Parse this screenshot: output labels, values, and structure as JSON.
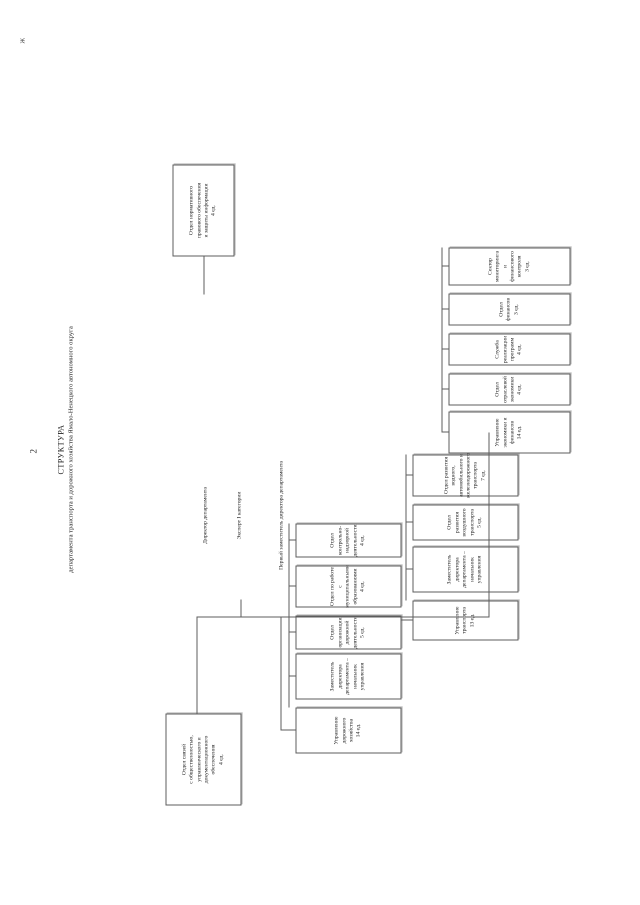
{
  "page": {
    "number": "2",
    "corner_mark": "ж"
  },
  "title": {
    "heading": "СТРУКТУРА",
    "subheading": "департамента транспорта и дорожного хозяйства Ямало-Ненецкого автономного округа"
  },
  "chart_data": {
    "type": "diagram",
    "title": "СТРУКТУРА департамента транспорта и дорожного хозяйства Ямало-Ненецкого автономного округа",
    "orientation": "page rotated 90° (portrait scan of a landscape org chart)",
    "nodes": [
      {
        "id": "director",
        "label": "Директор департамента",
        "framed": false
      },
      {
        "id": "expert",
        "label": "Эксперт I категории",
        "framed": true
      },
      {
        "id": "pr-dept",
        "label": "Отдел связей с общественностью, управленческого и документационного обеспечения",
        "units": "4 ед.",
        "framed": true
      },
      {
        "id": "first-deputy",
        "label": "Первый заместитель директора департамента",
        "framed": false
      },
      {
        "id": "legal-dept",
        "label": "Отдел нормативного правового обеспечения и защиты информации",
        "units": "4 ед.",
        "framed": true
      },
      {
        "id": "road-dir",
        "label": "Управление дорожного хозяйства",
        "units": "14 ед.",
        "framed": true
      },
      {
        "id": "road-deputy",
        "label": "Заместитель директора департамента – начальник управления",
        "framed": true
      },
      {
        "id": "road-org",
        "label": "Отдел организации дорожной деятельности",
        "units": "5 ед.",
        "framed": true
      },
      {
        "id": "road-munic",
        "label": "Отдел по работе с муниципальными образованиями",
        "units": "4 ед.",
        "framed": true
      },
      {
        "id": "road-control",
        "label": "Отдел контрольно-надзорной деятельности",
        "units": "4 ед.",
        "framed": true
      },
      {
        "id": "transp-dir",
        "label": "Управление транспорта",
        "units": "13 ед.",
        "framed": true
      },
      {
        "id": "transp-deputy",
        "label": "Заместитель директора департамента – начальник управления",
        "framed": true
      },
      {
        "id": "transp-air",
        "label": "Отдел развития воздушного транспорта",
        "units": "5 ед.",
        "framed": true
      },
      {
        "id": "transp-other",
        "label": "Отдел развития водного, автомобильного и железнодорожного транспорта",
        "units": "7 ед.",
        "framed": true
      },
      {
        "id": "fin-dir",
        "label": "Управление экономики и финансов",
        "units": "14 ед.",
        "framed": true
      },
      {
        "id": "fin-branch",
        "label": "Отдел отраслевой экономики",
        "units": "4 ед.",
        "framed": true
      },
      {
        "id": "fin-programs",
        "label": "Служба реализации программ",
        "units": "4 ед.",
        "framed": true
      },
      {
        "id": "fin-finance",
        "label": "Отдел финансов",
        "units": "3 ед.",
        "framed": true
      },
      {
        "id": "fin-monitoring",
        "label": "Сектор мониторинга и финансового контроля",
        "units": "3 ед.",
        "framed": true
      }
    ]
  },
  "boxes": {
    "pr_dept": {
      "line1": "Отдел связей",
      "line2": "с общественностью,",
      "line3": "управленческого и",
      "line4": "документационного",
      "line5": "обеспечения",
      "units": "4 ед."
    },
    "expert": {
      "line1": "Эксперт I категории"
    },
    "director": {
      "line1": "Директор департамента"
    },
    "first_deputy": {
      "line1": "Первый заместитель директора департамента"
    },
    "legal_dept": {
      "line1": "Отдел нормативного",
      "line2": "правового обеспечения",
      "line3": "и защиты информации",
      "units": "4 ед."
    },
    "road_dir": {
      "line1": "Управление",
      "line2": "дорожного хозяйства",
      "units": "14 ед."
    },
    "road_deputy": {
      "line1": "Заместитель директора",
      "line2": "департамента – начальник",
      "line3": "управления"
    },
    "road_org": {
      "line1": "Отдел организации дорожной",
      "line2": "деятельности",
      "units": "5 ед."
    },
    "road_munic": {
      "line1": "Отдел по работе",
      "line2": "с муниципальными",
      "line3": "образованиями",
      "units": "4 ед."
    },
    "road_control": {
      "line1": "Отдел контрольно-надзорной",
      "line2": "деятельности",
      "units": "4 ед."
    },
    "transp_dir": {
      "line1": "Управление транспорта",
      "units": "13 ед."
    },
    "transp_deputy": {
      "line1": "Заместитель директора",
      "line2": "департамента – начальник",
      "line3": "управления"
    },
    "transp_air": {
      "line1": "Отдел развития",
      "line2": "воздушного транспорта",
      "units": "5 ед."
    },
    "transp_other": {
      "line1": "Отдел развития",
      "line2": "водного, автомобильного и",
      "line3": "железнодорожного транспорта",
      "units": "7 ед."
    },
    "fin_dir": {
      "line1": "Управление",
      "line2": "экономики и финансов",
      "units": "14 ед."
    },
    "fin_branch": {
      "line1": "Отдел отраслевой экономики",
      "units": "4 ед."
    },
    "fin_programs": {
      "line1": "Служба реализации программ",
      "units": "4 ед."
    },
    "fin_finance": {
      "line1": "Отдел финансов",
      "units": "3 ед."
    },
    "fin_monitor": {
      "line1": "Сектор мониторинга",
      "line2": "и финансового контроля",
      "units": "3 ед."
    }
  }
}
